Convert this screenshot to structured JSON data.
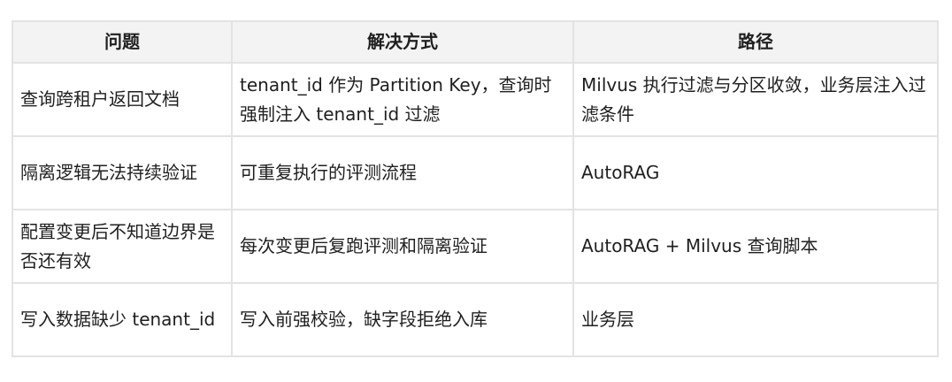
{
  "table": {
    "headers": [
      "问题",
      "解决方式",
      "路径"
    ],
    "rows": [
      [
        "查询跨租户返回文档",
        "tenant_id 作为 Partition Key，查询时强制注入 tenant_id 过滤",
        "Milvus 执行过滤与分区收敛，业务层注入过滤条件"
      ],
      [
        "隔离逻辑无法持续验证",
        "可重复执行的评测流程",
        "AutoRAG"
      ],
      [
        "配置变更后不知道边界是否还有效",
        "每次变更后复跑评测和隔离验证",
        "AutoRAG + Milvus 查询脚本"
      ],
      [
        "写入数据缺少 tenant_id",
        "写入前强校验，缺字段拒绝入库",
        "业务层"
      ]
    ]
  }
}
